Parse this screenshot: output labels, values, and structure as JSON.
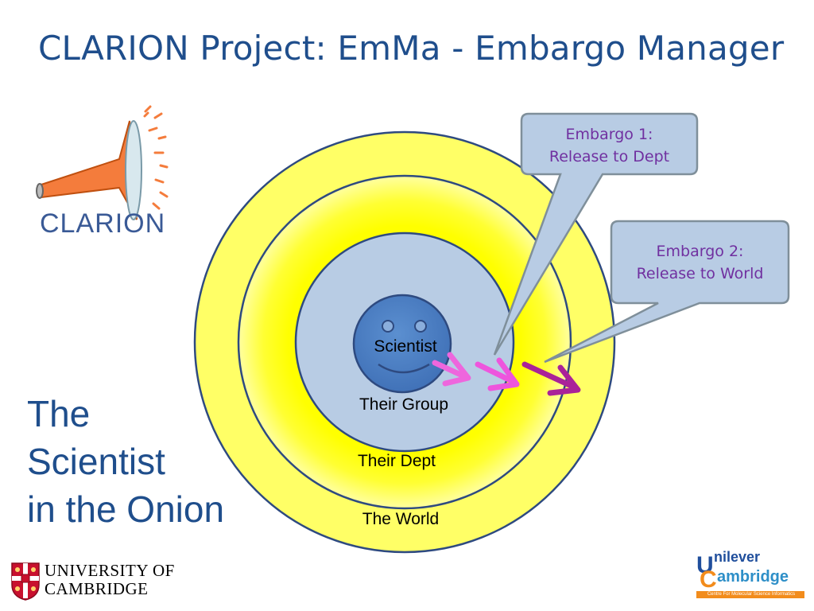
{
  "title": "CLARION Project: EmMa - Embargo Manager",
  "logo_clarion": {
    "text": "CLARION"
  },
  "tagline": {
    "line1": "The",
    "line2": "Scientist",
    "line3": "in the Onion"
  },
  "rings": {
    "world": "The World",
    "dept": "Their Dept",
    "group": "Their Group",
    "scientist": "Scientist"
  },
  "callouts": [
    {
      "line1": "Embargo 1:",
      "line2": "Release to Dept"
    },
    {
      "line1": "Embargo 2:",
      "line2": "Release to World"
    }
  ],
  "footer": {
    "cambridge_line1": "UNIVERSITY OF",
    "cambridge_line2": "CAMBRIDGE",
    "uc_line1": "nilever",
    "uc_line2": "ambridge",
    "uc_sub": "Centre For Molecular Science Informatics"
  },
  "colors": {
    "title": "#1f4e8c",
    "world_fill": "#ffff66",
    "dept_fill": "#ffff00",
    "group_fill": "#b8cce4",
    "scientist_fill": "#4f81bd",
    "callout_fill": "#b8cce4",
    "callout_text": "#7030a0"
  }
}
